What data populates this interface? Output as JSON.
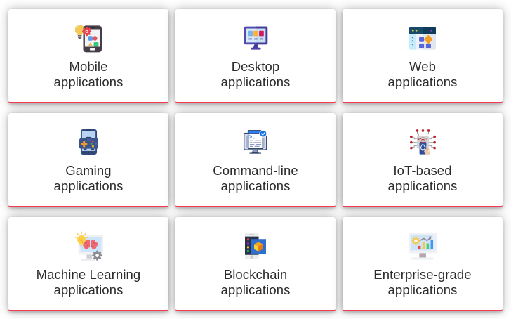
{
  "theme": {
    "page_bg": "#ffffff",
    "card_bg": "#ffffff",
    "accent_red": "#f63b4c",
    "text_color": "#2b2b2b"
  },
  "cards": [
    {
      "line1": "Mobile",
      "line2": "applications",
      "icon": "mobile-applications-icon"
    },
    {
      "line1": "Desktop",
      "line2": "applications",
      "icon": "desktop-applications-icon"
    },
    {
      "line1": "Web",
      "line2": "applications",
      "icon": "web-applications-icon"
    },
    {
      "line1": "Gaming",
      "line2": "applications",
      "icon": "gaming-applications-icon"
    },
    {
      "line1": "Command-line",
      "line2": "applications",
      "icon": "command-line-applications-icon"
    },
    {
      "line1": "IoT-based",
      "line2": "applications",
      "icon": "iot-applications-icon"
    },
    {
      "line1": "Machine Learning",
      "line2": "applications",
      "icon": "machine-learning-applications-icon"
    },
    {
      "line1": "Blockchain",
      "line2": "applications",
      "icon": "blockchain-applications-icon"
    },
    {
      "line1": "Enterprise-grade",
      "line2": "applications",
      "icon": "enterprise-grade-applications-icon"
    }
  ]
}
